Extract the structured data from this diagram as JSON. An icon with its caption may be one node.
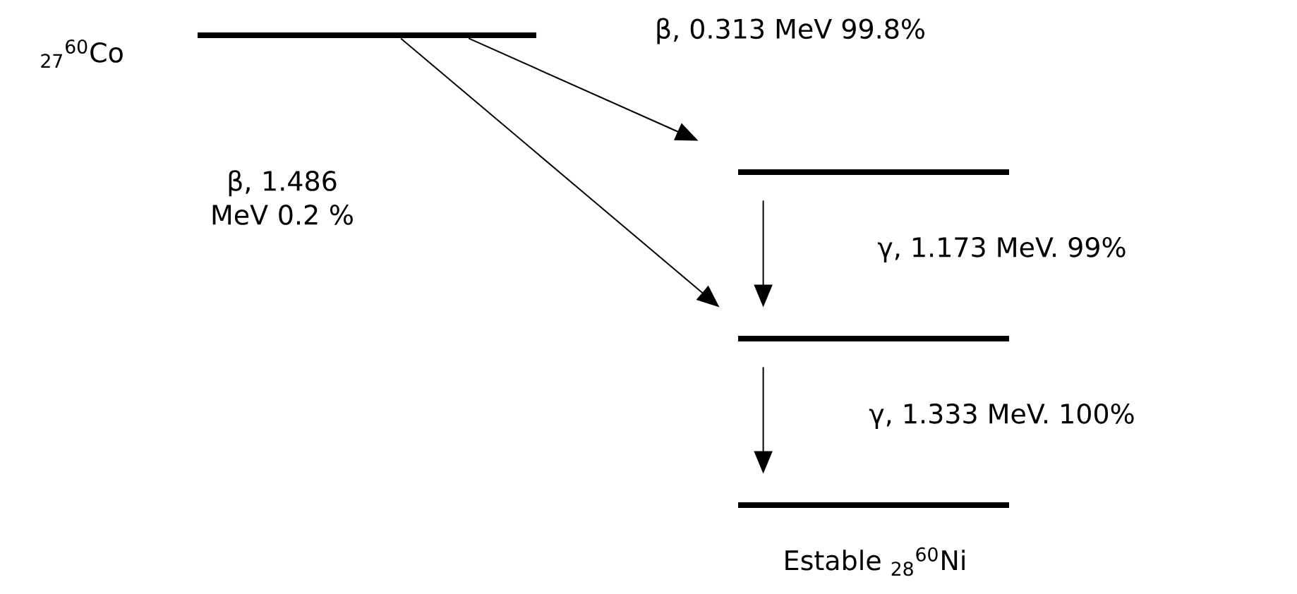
{
  "diagram": {
    "nodes": [
      {
        "text": [],
        "shape": "bar",
        "beside": [
          "$_{27}$$^{60}$Co"
        ]
      },
      {
        "text": [],
        "shape": "bar"
      },
      {
        "text": [],
        "shape": "bar"
      },
      {
        "text": [],
        "shape": "bar",
        "beside": [
          "Estable $_{28}$$^{60}$Ni"
        ]
      }
    ],
    "edges": [
      {
        "from": 0,
        "to": 1,
        "arrow": "to",
        "label": "β, 0.313 MeV   99.8%"
      },
      {
        "from": 0,
        "to": 2,
        "arrow": "to",
        "label": "β, 1.486 MeV 0.2 %"
      },
      {
        "from": 1,
        "to": 2,
        "arrow": "to",
        "label": "γ, 1.173 MeV.  99%"
      },
      {
        "from": 2,
        "to": 3,
        "arrow": "to",
        "label": "γ, 1.333 MeV.  100%"
      }
    ]
  }
}
